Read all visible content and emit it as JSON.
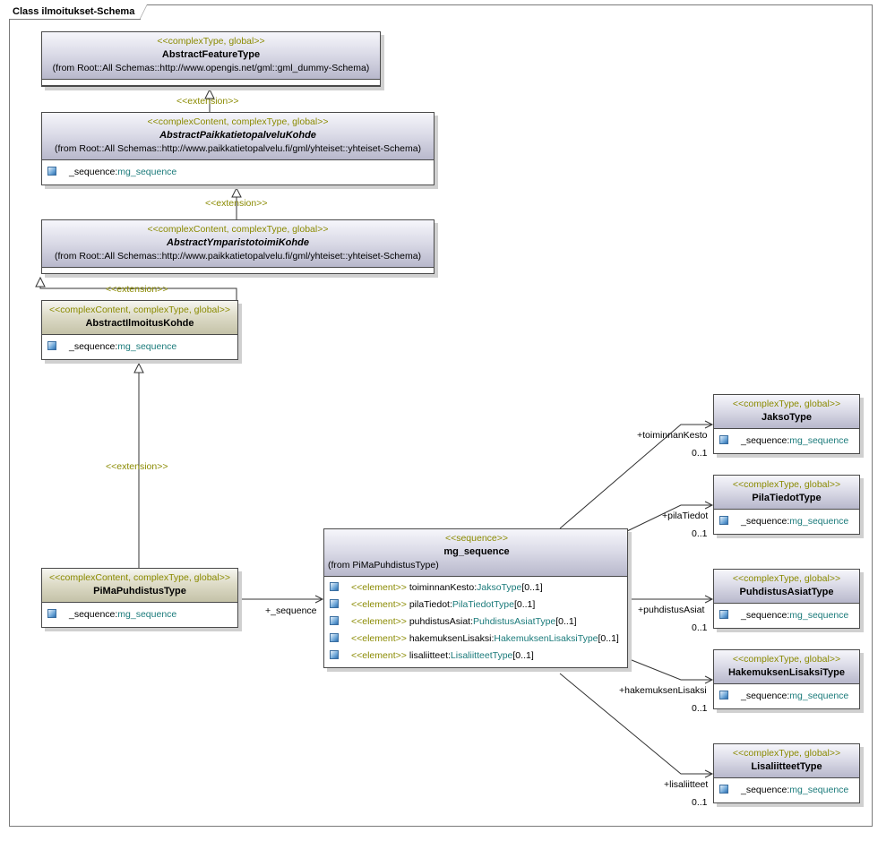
{
  "frame_title": "Class ilmoitukset-Schema",
  "classes": {
    "abstract_feature": {
      "stereotype": "<<complexType, global>>",
      "name": "AbstractFeatureType",
      "from": "(from Root::All Schemas::http://www.opengis.net/gml::gml_dummy-Schema)"
    },
    "abstract_paikkatieto": {
      "stereotype": "<<complexContent, complexType, global>>",
      "name": "AbstractPaikkatietopalveluKohde",
      "from": "(from Root::All Schemas::http://www.paikkatietopalvelu.fi/gml/yhteiset::yhteiset-Schema)",
      "attr_name": "_sequence:",
      "attr_type": "mg_sequence"
    },
    "abstract_ymparisto": {
      "stereotype": "<<complexContent, complexType, global>>",
      "name": "AbstractYmparistotoimiKohde",
      "from": "(from Root::All Schemas::http://www.paikkatietopalvelu.fi/gml/yhteiset::yhteiset-Schema)"
    },
    "abstract_ilmoitus": {
      "stereotype": "<<complexContent, complexType, global>>",
      "name": "AbstractIlmoitusKohde",
      "attr_name": "_sequence:",
      "attr_type": "mg_sequence"
    },
    "pima": {
      "stereotype": "<<complexContent, complexType, global>>",
      "name": "PiMaPuhdistusType",
      "attr_name": "_sequence:",
      "attr_type": "mg_sequence"
    },
    "mg_sequence": {
      "stereotype": "<<sequence>>",
      "name": "mg_sequence",
      "from": "(from PiMaPuhdistusType)",
      "elements": [
        {
          "stereo": "<<element>>",
          "name": "toiminnanKesto:",
          "type": "JaksoType",
          "mult": "[0..1]"
        },
        {
          "stereo": "<<element>>",
          "name": "pilaTiedot:",
          "type": "PilaTiedotType",
          "mult": "[0..1]"
        },
        {
          "stereo": "<<element>>",
          "name": "puhdistusAsiat:",
          "type": "PuhdistusAsiatType",
          "mult": "[0..1]"
        },
        {
          "stereo": "<<element>>",
          "name": "hakemuksenLisaksi:",
          "type": "HakemuksenLisaksiType",
          "mult": "[0..1]"
        },
        {
          "stereo": "<<element>>",
          "name": "lisaliitteet:",
          "type": "LisaliitteetType",
          "mult": "[0..1]"
        }
      ]
    },
    "jakso": {
      "stereotype": "<<complexType, global>>",
      "name": "JaksoType",
      "attr_name": "_sequence:",
      "attr_type": "mg_sequence"
    },
    "pilatiedot": {
      "stereotype": "<<complexType, global>>",
      "name": "PilaTiedotType",
      "attr_name": "_sequence:",
      "attr_type": "mg_sequence"
    },
    "puhdistusasiat": {
      "stereotype": "<<complexType, global>>",
      "name": "PuhdistusAsiatType",
      "attr_name": "_sequence:",
      "attr_type": "mg_sequence"
    },
    "hakemuksen": {
      "stereotype": "<<complexType, global>>",
      "name": "HakemuksenLisaksiType",
      "attr_name": "_sequence:",
      "attr_type": "mg_sequence"
    },
    "lisaliitteet": {
      "stereotype": "<<complexType, global>>",
      "name": "LisaliitteetType",
      "attr_name": "_sequence:",
      "attr_type": "mg_sequence"
    }
  },
  "labels": {
    "extension": "<<extension>>",
    "seq_role": "+_sequence",
    "roles": [
      "+toiminnanKesto",
      "+pilaTiedot",
      "+puhdistusAsiat",
      "+hakemuksenLisaksi",
      "+lisaliitteet"
    ],
    "mult": "0..1"
  }
}
